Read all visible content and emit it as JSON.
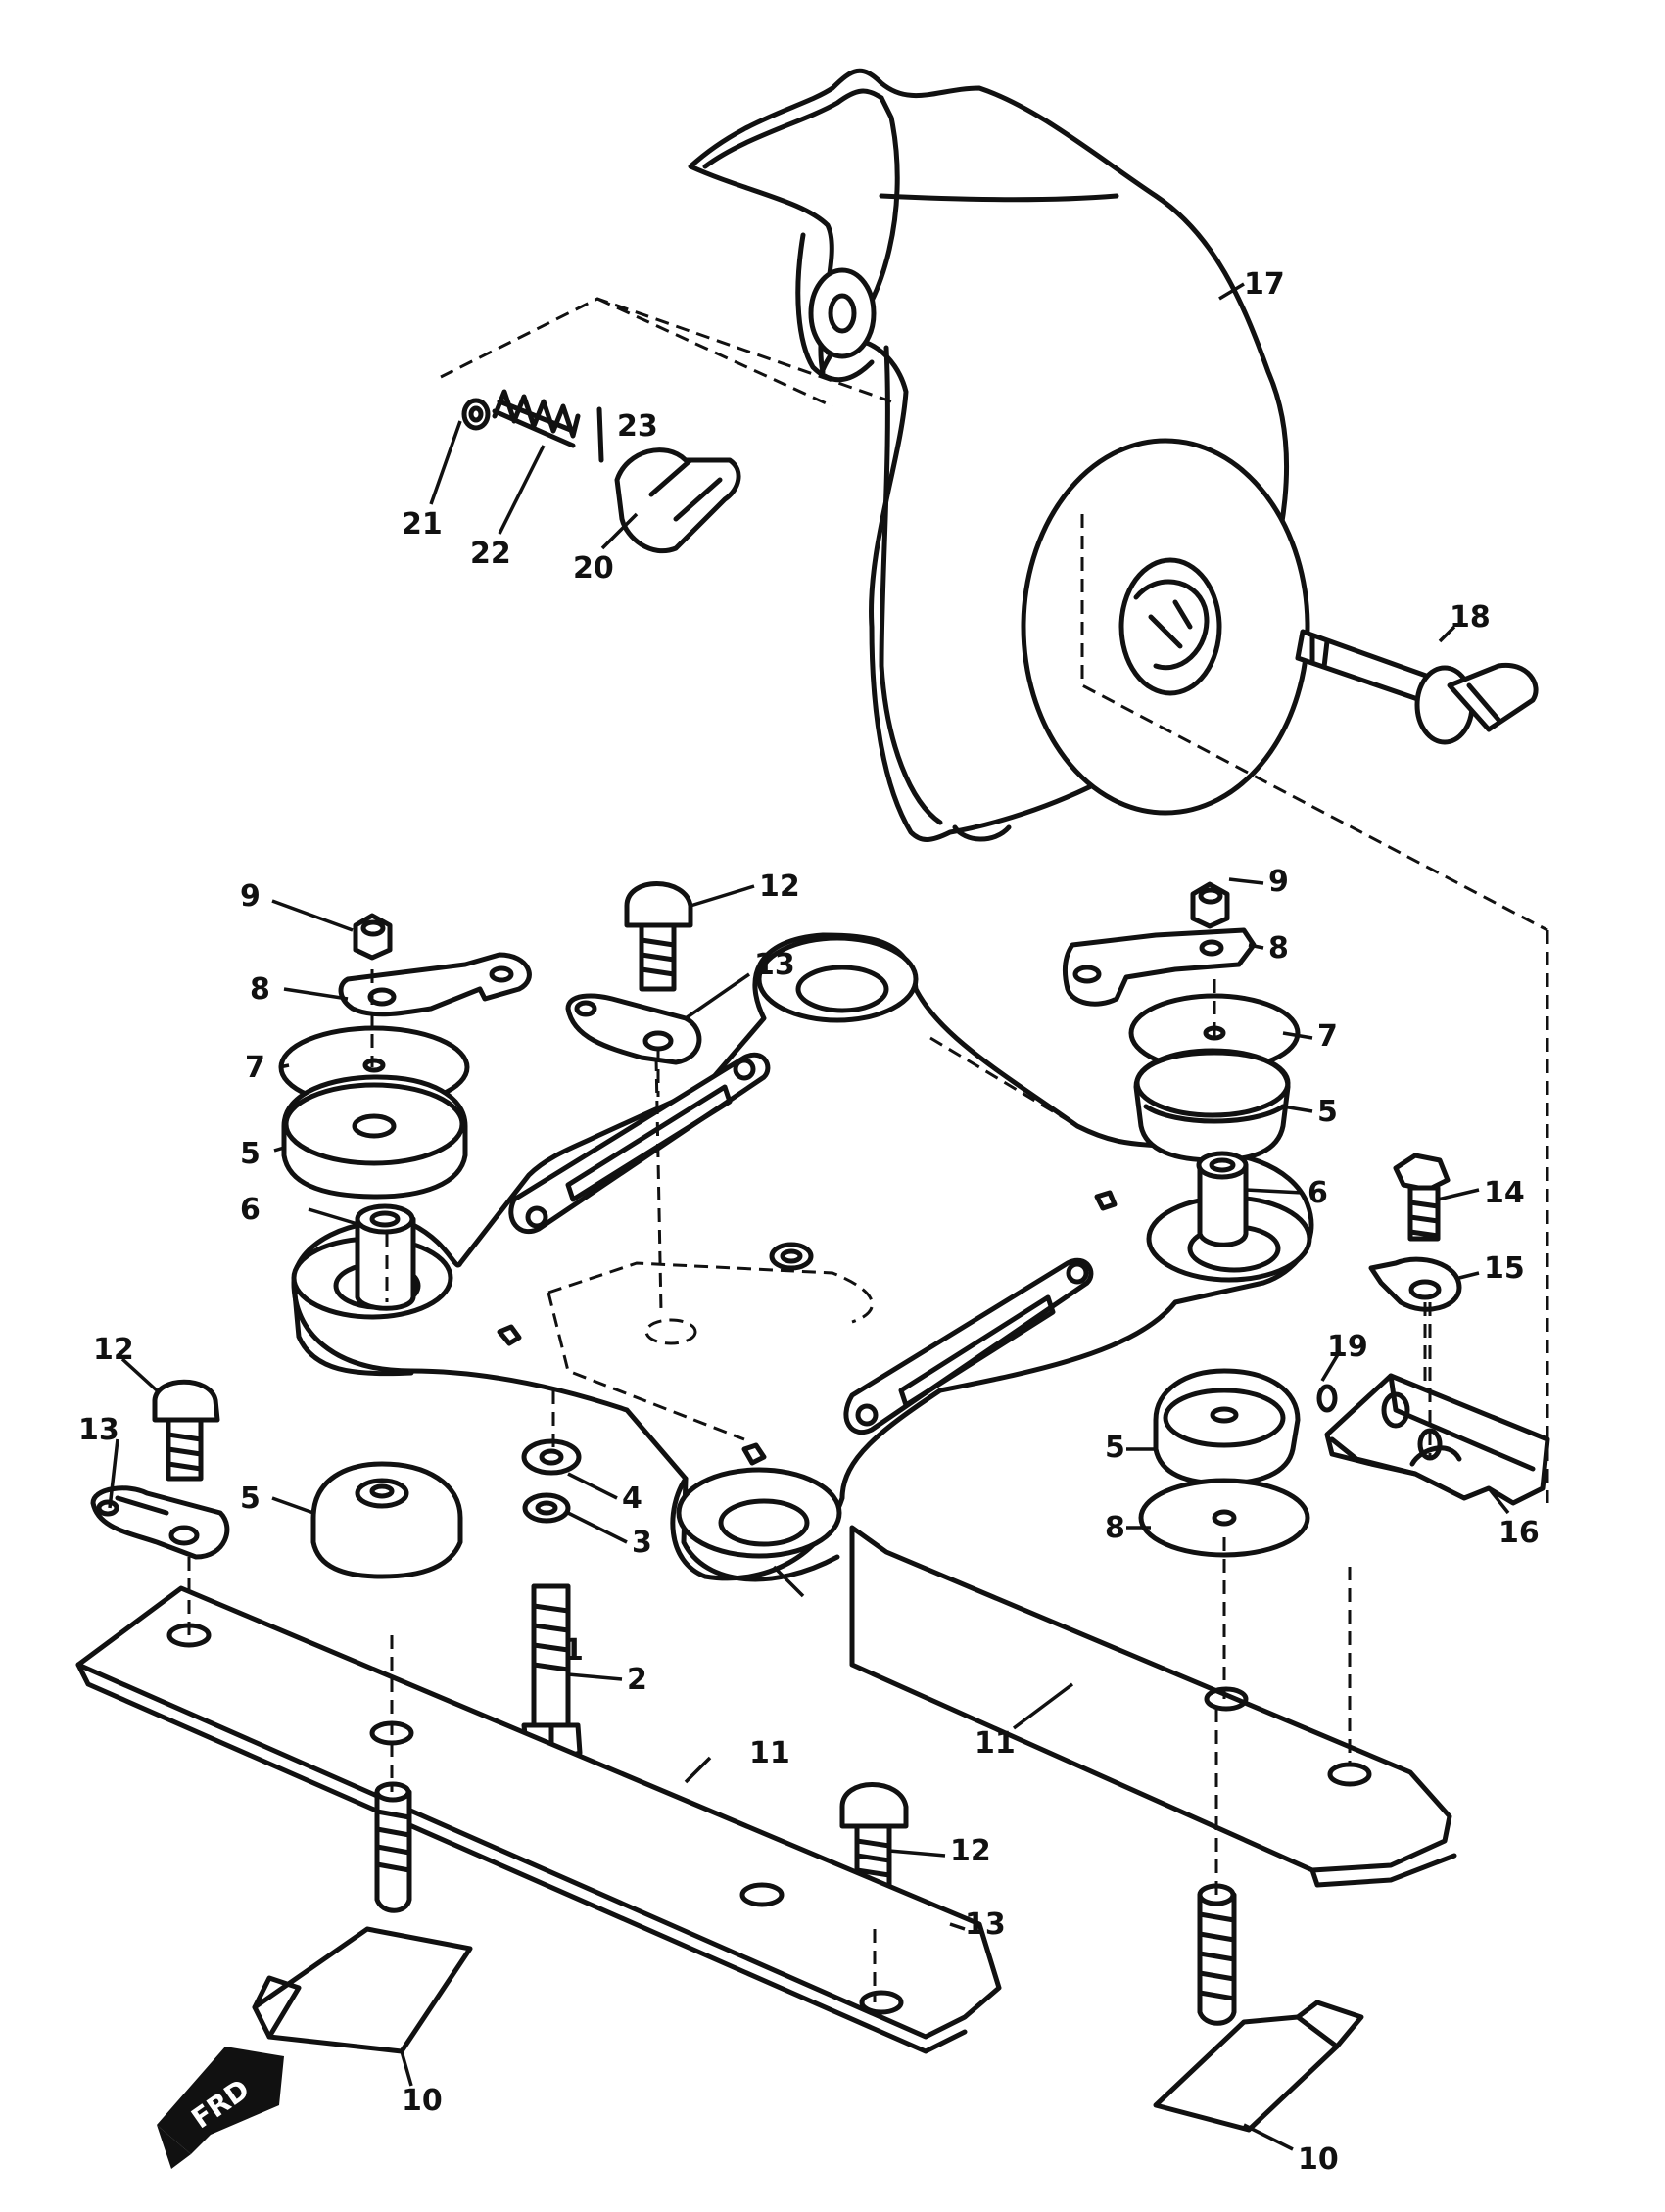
{
  "callouts": [
    {
      "id": "1",
      "text": "1"
    },
    {
      "id": "2",
      "text": "2"
    },
    {
      "id": "3",
      "text": "3"
    },
    {
      "id": "4",
      "text": "4"
    },
    {
      "id": "5a",
      "text": "5"
    },
    {
      "id": "5b",
      "text": "5"
    },
    {
      "id": "5c",
      "text": "5"
    },
    {
      "id": "5d",
      "text": "5"
    },
    {
      "id": "6a",
      "text": "6"
    },
    {
      "id": "6b",
      "text": "6"
    },
    {
      "id": "7a",
      "text": "7"
    },
    {
      "id": "7b",
      "text": "7"
    },
    {
      "id": "8a",
      "text": "8"
    },
    {
      "id": "8b",
      "text": "8"
    },
    {
      "id": "8c",
      "text": "8"
    },
    {
      "id": "9a",
      "text": "9"
    },
    {
      "id": "9b",
      "text": "9"
    },
    {
      "id": "10a",
      "text": "10"
    },
    {
      "id": "10b",
      "text": "10"
    },
    {
      "id": "11a",
      "text": "11"
    },
    {
      "id": "11b",
      "text": "11"
    },
    {
      "id": "12a",
      "text": "12"
    },
    {
      "id": "12b",
      "text": "12"
    },
    {
      "id": "12c",
      "text": "12"
    },
    {
      "id": "13a",
      "text": "13"
    },
    {
      "id": "13b",
      "text": "13"
    },
    {
      "id": "13c",
      "text": "13"
    },
    {
      "id": "14",
      "text": "14"
    },
    {
      "id": "15",
      "text": "15"
    },
    {
      "id": "16",
      "text": "16"
    },
    {
      "id": "17",
      "text": "17"
    },
    {
      "id": "18",
      "text": "18"
    },
    {
      "id": "19",
      "text": "19"
    },
    {
      "id": "20",
      "text": "20"
    },
    {
      "id": "21",
      "text": "21"
    },
    {
      "id": "22",
      "text": "22"
    },
    {
      "id": "23",
      "text": "23"
    }
  ],
  "front_marker": "FRD"
}
